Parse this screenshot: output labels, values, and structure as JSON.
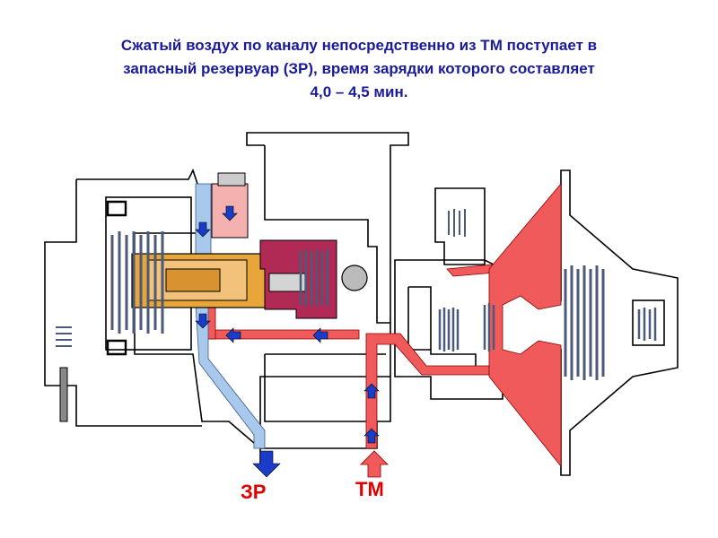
{
  "title": {
    "line1": "Сжатый воздух по каналу непосредственно из ТМ поступает в",
    "line2": "запасный резервуар (ЗР), время зарядки которого составляет",
    "line3": "4,0 – 4,5 мин."
  },
  "labels": {
    "reservoir": "ЗР",
    "brake_line": "ТМ"
  },
  "colors": {
    "title": "#1a1a9a",
    "brake_line_air": "#f05a5a",
    "reservoir_air": "#a8c8ec",
    "flow_arrow": "#1a3cc8",
    "valve_body": "#e8a53a",
    "valve_seat": "#b02a55",
    "spring": "#4a5a78",
    "outline": "#000000"
  }
}
